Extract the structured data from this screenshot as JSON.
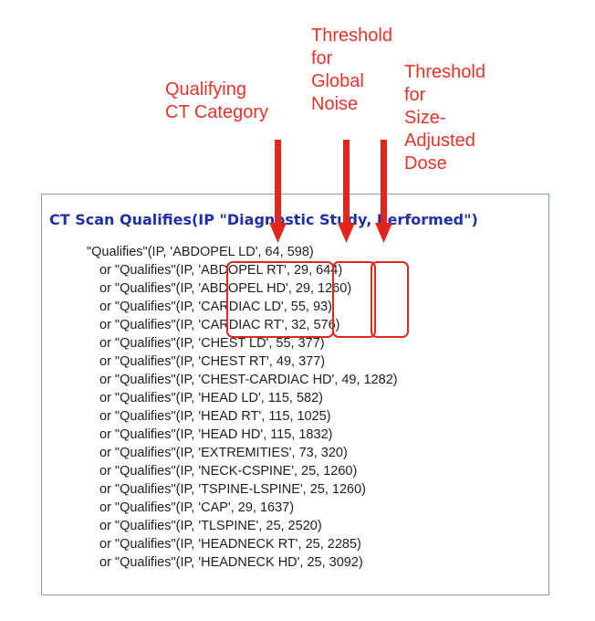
{
  "annotations": {
    "qualifying_category": [
      "Qualifying",
      "CT Category"
    ],
    "global_noise": [
      "Threshold",
      "for",
      "Global",
      "Noise"
    ],
    "size_adjusted_dose": [
      "Threshold",
      "for",
      "Size-",
      "Adjusted",
      "Dose"
    ]
  },
  "panel": {
    "title": "CT Scan Qualifies(IP \"Diagnostic Study, Performed\")",
    "lines": [
      "\"Qualifies\"(IP, 'ABDOPEL LD', 64, 598)",
      "or \"Qualifies\"(IP, 'ABDOPEL RT', 29, 644)",
      "or \"Qualifies\"(IP, 'ABDOPEL HD', 29, 1260)",
      "or \"Qualifies\"(IP, 'CARDIAC LD', 55, 93)",
      "or \"Qualifies\"(IP, 'CARDIAC RT', 32, 576)",
      "or \"Qualifies\"(IP, 'CHEST LD', 55, 377)",
      "or \"Qualifies\"(IP, 'CHEST RT', 49, 377)",
      "or \"Qualifies\"(IP, 'CHEST-CARDIAC HD', 49, 1282)",
      "or \"Qualifies\"(IP, 'HEAD LD', 115, 582)",
      "or \"Qualifies\"(IP, 'HEAD RT', 115, 1025)",
      "or \"Qualifies\"(IP, 'HEAD HD', 115, 1832)",
      "or \"Qualifies\"(IP, 'EXTREMITIES', 73, 320)",
      "or \"Qualifies\"(IP, 'NECK-CSPINE', 25, 1260)",
      "or \"Qualifies\"(IP, 'TSPINE-LSPINE', 25, 1260)",
      "or \"Qualifies\"(IP, 'CAP', 29, 1637)",
      "or \"Qualifies\"(IP, 'TLSPINE', 25, 2520)",
      "or \"Qualifies\"(IP, 'HEADNECK RT', 25, 2285)",
      "or \"Qualifies\"(IP, 'HEADNECK HD', 25, 3092)"
    ]
  },
  "colors": {
    "annotation": "#e8322a",
    "highlight_box": "#e1271d",
    "title": "#1f2fa7",
    "panel_border": "#7da5d4",
    "code_text": "#202020"
  },
  "icons": [
    "arrow-down-icon"
  ]
}
